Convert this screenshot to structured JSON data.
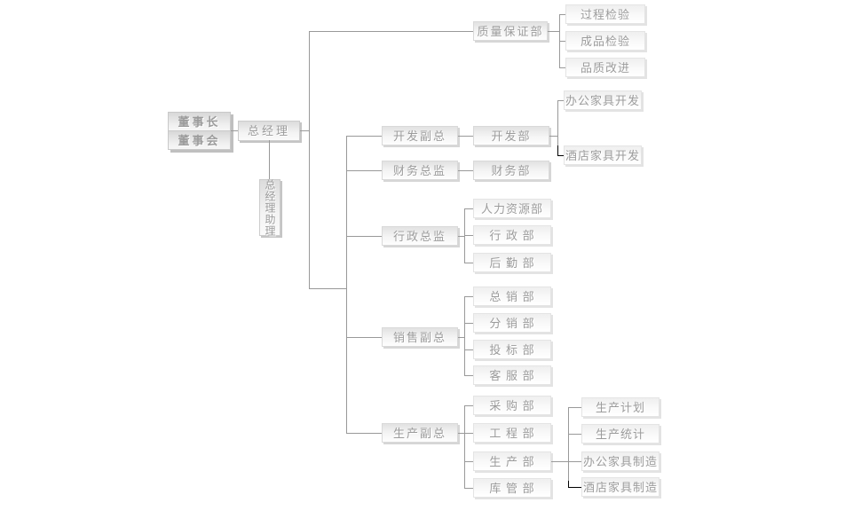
{
  "org_chart": {
    "board": {
      "chairman": "董事长",
      "directors": "董事会"
    },
    "general_manager": "总经理",
    "gm_assistant": "总经理助理",
    "quality": {
      "dept": "质量保证部",
      "children": [
        "过程检验",
        "成品检验",
        "品质改进"
      ]
    },
    "development": {
      "vp": "开发副总",
      "dept": "开发部",
      "children": [
        "办公家具开发",
        "酒店家具开发"
      ]
    },
    "finance": {
      "vp": "财务总监",
      "dept": "财务部"
    },
    "admin": {
      "vp": "行政总监",
      "children": [
        "人力资源部",
        "行 政 部",
        "后 勤 部"
      ]
    },
    "sales": {
      "vp": "销售副总",
      "children": [
        "总 销 部",
        "分 销 部",
        "投 标 部",
        "客 服 部"
      ]
    },
    "production": {
      "vp": "生产副总",
      "children": [
        "采 购 部",
        "工 程 部",
        "生 产 部",
        "库 管 部"
      ],
      "production_dept_children": [
        "生产计划",
        "生产统计",
        "办公家具制造",
        "酒店家具制造"
      ]
    }
  },
  "colors": {
    "connector": "#999999",
    "connector_dark": "#000000",
    "node_text": "#9b9b9b"
  }
}
